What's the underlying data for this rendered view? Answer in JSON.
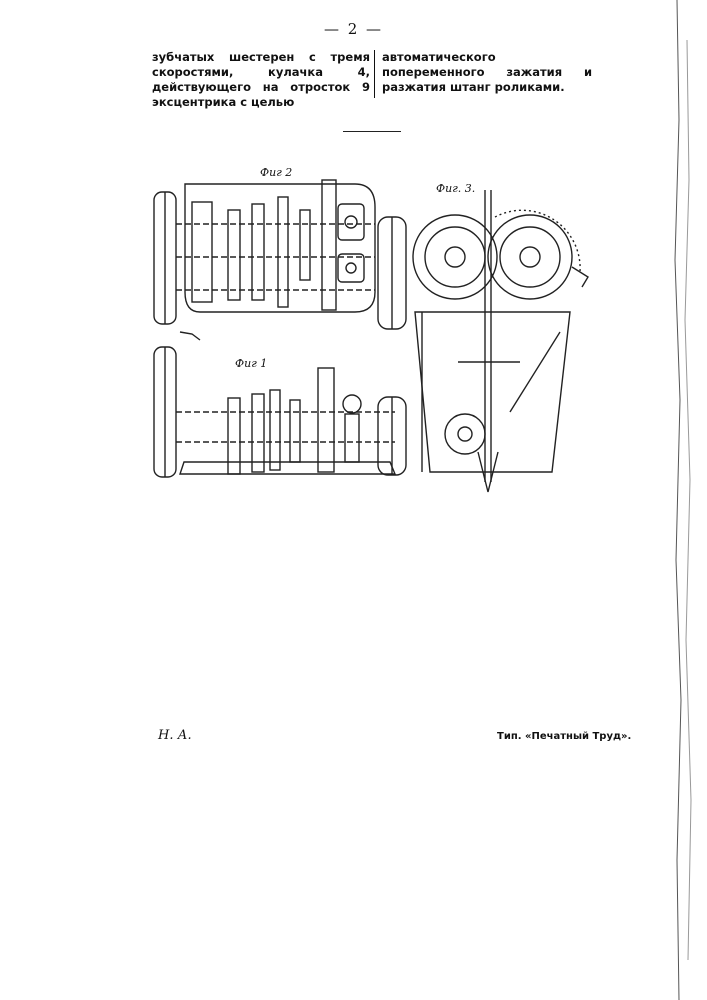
{
  "page_number": "— 2 —",
  "left_column": "зубчатых шестерен с тремя скоростями, кулачка 4, действующего на отросток 9 эксцентрика с целью",
  "right_column": "автоматического попеременного зажатия и разжатия штанг роликами.",
  "figures": {
    "fig2_label": "Фиг 2",
    "fig1_label": "Фиг 1",
    "fig3_label": "Фиг. 3."
  },
  "footer": {
    "left": "Н. А.",
    "right": "Тип. «Печатный Труд»."
  }
}
